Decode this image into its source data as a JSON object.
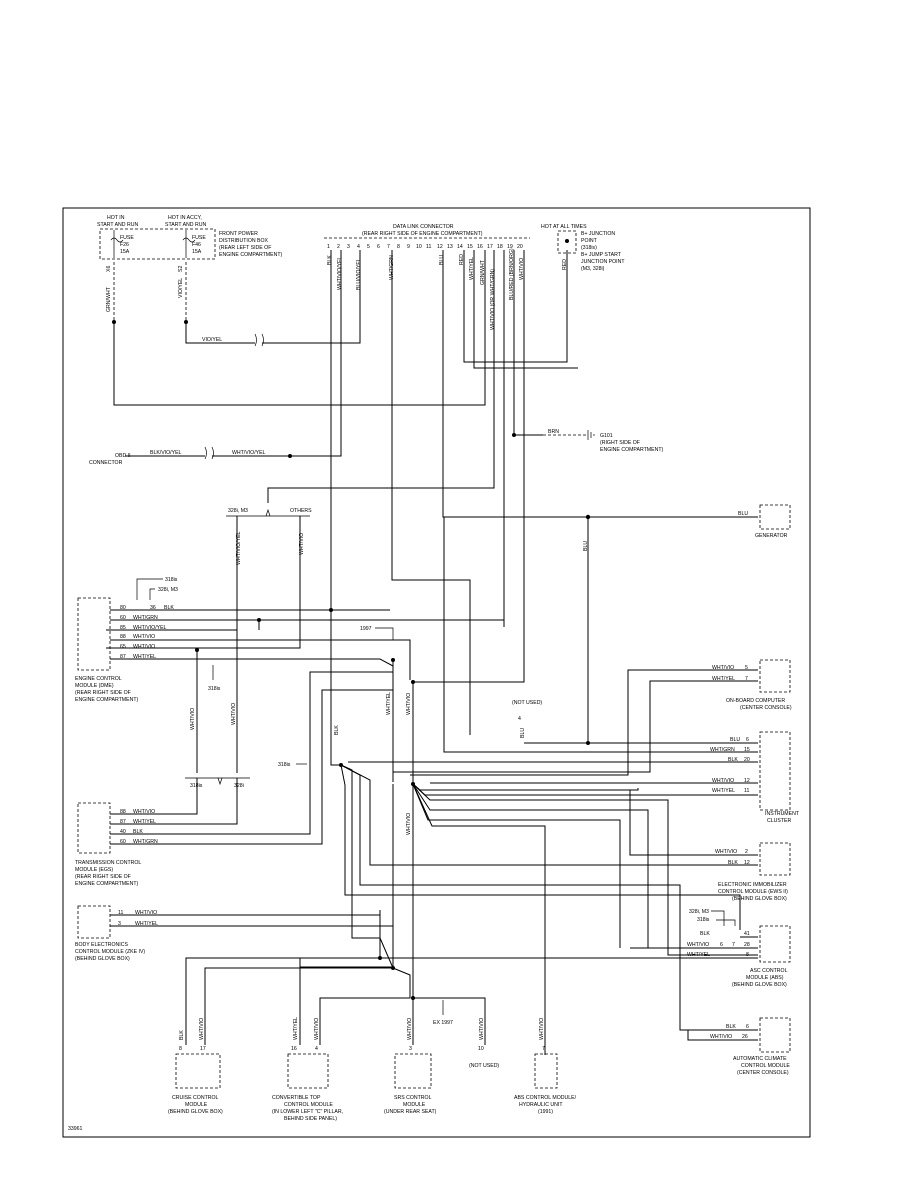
{
  "figure_id": "33961",
  "top": {
    "fuse_box": {
      "hot_in_start_run": [
        "HOT IN",
        "START AND RUN"
      ],
      "hot_in_accy": [
        "HOT IN ACCY,",
        "START AND RUN"
      ],
      "fuse_a": [
        "FUSE",
        "F26",
        "15A"
      ],
      "fuse_b": [
        "FUSE",
        "F46",
        "15A"
      ],
      "box_label": [
        "FRONT POWER",
        "DISTRIBUTION BOX",
        "(REAR LEFT SIDE OF",
        "ENGINE COMPARTMENT)"
      ],
      "pin_a": "X6",
      "pin_b": "S2",
      "wire_a": "GRN/WHT",
      "wire_b": "VIO/YEL"
    },
    "dlc": {
      "title": [
        "DATA LINK CONNECTOR",
        "(REAR RIGHT SIDE OF ENGINE COMPARTMENT)"
      ],
      "pins": [
        "1",
        "2",
        "3",
        "4",
        "5",
        "6",
        "7",
        "8",
        "9",
        "10",
        "11",
        "12",
        "13",
        "14",
        "15",
        "16",
        "17",
        "18",
        "19",
        "20"
      ],
      "wires": [
        "BLK",
        "WHT/VIO/YEL",
        "BLU/VIO/YEL",
        "WHT/GRN",
        "BLU",
        "RED",
        "WHT/YEL",
        "GRN/WHT",
        "WHT/VIO (OR WHT/GRN)",
        "BLU/RED (BRN/ORG)",
        "WHT/VIO"
      ]
    },
    "b_junction": {
      "hot_at_all_times": "HOT AT ALL TIMES",
      "label": [
        "B+ JUNCTION",
        "POINT",
        "(318is)",
        "B+ JUMP START",
        "JUNCTION POINT",
        "(M3, 328i)"
      ],
      "wire": "RED"
    }
  },
  "mid": {
    "vio_yel": "VIO/YEL",
    "brn": "BRN",
    "g101": [
      "G101",
      "(RIGHT SIDE OF",
      "ENGINE COMPARTMENT)"
    ],
    "obd": [
      "OBD II",
      "CONNECTOR"
    ],
    "obd_wire1": "BLK/VIO/YEL",
    "obd_wire2": "WHT/VIO/YEL",
    "split_328": "328i, M3",
    "split_others": "OTHERS",
    "wire_wvy": "WHT/VIO/YEL",
    "wire_wv": "WHT/VIO",
    "blu": "BLU",
    "generator": "GENERATOR"
  },
  "dme": {
    "label": [
      "ENGINE CONTROL",
      "MODULE (DME)",
      "(REAR RIGHT SIDE OF",
      "ENGINE COMPARTMENT)"
    ],
    "note_318": "318is",
    "note_328": "328i, M3",
    "note_1997": "1997",
    "pins": [
      {
        "pin": "80",
        "pin2": "36",
        "wire": "BLK"
      },
      {
        "pin": "60",
        "wire": "WHT/GRN"
      },
      {
        "pin": "85",
        "wire": "WHT/VIO/YEL"
      },
      {
        "pin": "88",
        "wire": "WHT/VIO"
      },
      {
        "pin": "65",
        "wire": "WHT/VIO"
      },
      {
        "pin": "87",
        "wire": "WHT/YEL"
      }
    ],
    "note_318b": "318is",
    "down_wv": "WHT/VIO",
    "down_wv2": "WHT/VIO",
    "split_318": "318is",
    "split_328": "328i",
    "blk": "BLK",
    "wy": "WHT/YEL",
    "wv": "WHT/VIO",
    "wv2": "WHT/VIO",
    "note_318c": "318is"
  },
  "egs": {
    "label": [
      "TRANSMISSION CONTROL",
      "MODULE (EGS)",
      "(REAR RIGHT SIDE OF",
      "ENGINE COMPARTMENT)"
    ],
    "pins": [
      {
        "pin": "88",
        "wire": "WHT/VIO"
      },
      {
        "pin": "87",
        "wire": "WHT/YEL"
      },
      {
        "pin": "40",
        "wire": "BLK"
      },
      {
        "pin": "60",
        "wire": "WHT/GRN"
      }
    ]
  },
  "zke": {
    "label": [
      "BODY ELECTRONICS",
      "CONTROL MODULE (ZKE IV)",
      "(BEHIND GLOVE BOX)"
    ],
    "pins": [
      {
        "pin": "11",
        "wire": "WHT/VIO"
      },
      {
        "pin": "3",
        "wire": "WHT/YEL"
      }
    ]
  },
  "right": {
    "obc": {
      "label": [
        "ON-BOARD COMPUTER",
        "(CENTER CONSOLE)"
      ],
      "pins": [
        {
          "wire": "WHT/VIO",
          "pin": "5"
        },
        {
          "wire": "WHT/YEL",
          "pin": "7"
        }
      ]
    },
    "not_used": "(NOT USED)",
    "not_used_pin": "4",
    "not_used_wire": "BLU",
    "cluster": {
      "label": [
        "INSTRUMENT",
        "CLUSTER"
      ],
      "pins": [
        {
          "wire": "BLU",
          "pin": "6"
        },
        {
          "wire": "WHT/GRN",
          "pin": "15"
        },
        {
          "wire": "BLK",
          "pin": "20"
        },
        {
          "wire": "WHT/VIO",
          "pin": "12"
        },
        {
          "wire": "WHT/YEL",
          "pin": "11"
        }
      ]
    },
    "ews": {
      "label": [
        "ELECTRONIC IMMOBILIZER",
        "CONTROL MODULE (EWS II)",
        "(BEHIND GLOVE BOX)"
      ],
      "pins": [
        {
          "wire": "WHT/VIO",
          "pin": "2"
        },
        {
          "wire": "BLK",
          "pin": "12"
        }
      ]
    },
    "asc": {
      "note_328": "328i, M3",
      "note_318": "318is",
      "label": [
        "ASC CONTROL",
        "MODULE (ABS)",
        "(BEHIND GLOVE BOX)"
      ],
      "pins": [
        {
          "wire": "BLK",
          "pin": "41"
        },
        {
          "wire": "WHT/VIO",
          "pin": "6",
          "pin2": "7",
          "pin3": "28"
        },
        {
          "wire": "WHT/YEL",
          "pin": "8"
        }
      ]
    },
    "climate": {
      "label": [
        "AUTOMATIC CLIMATE",
        "CONTROL MODULE",
        "(CENTER CONSOLE)"
      ],
      "pins": [
        {
          "wire": "BLK",
          "pin": "6"
        },
        {
          "wire": "WHT/VIO",
          "pin": "26"
        }
      ]
    }
  },
  "bottom": {
    "ex1997": "EX 1997",
    "cruise": {
      "label": [
        "CRUISE CONTROL",
        "MODULE",
        "(BEHIND GLOVE BOX)"
      ],
      "wires": [
        "BLK",
        "WHT/VIO"
      ],
      "pins": [
        "8",
        "17"
      ]
    },
    "convertible": {
      "label": [
        "CONVERTIBLE TOP",
        "CONTROL MODULE",
        "(IN LOWER LEFT \"C\" PILLAR,",
        "BEHIND SIDE PANEL)"
      ],
      "wires": [
        "WHT/YEL",
        "WHT/VIO"
      ],
      "pins": [
        "16",
        "4"
      ]
    },
    "srs": {
      "label": [
        "SRS CONTROL",
        "MODULE",
        "(UNDER REAR SEAT)"
      ],
      "wires": [
        "WHT/VIO"
      ],
      "pins": [
        "3"
      ]
    },
    "notused": {
      "label": "(NOT USED)",
      "wires": [
        "WHT/VIO"
      ],
      "pins": [
        "10"
      ]
    },
    "abs": {
      "label": [
        "ABS CONTROL MODULE/",
        "HYDRAULIC UNIT",
        "(1991)"
      ],
      "wires": [
        "WHT/VIO"
      ],
      "pins": [
        "7"
      ]
    }
  }
}
